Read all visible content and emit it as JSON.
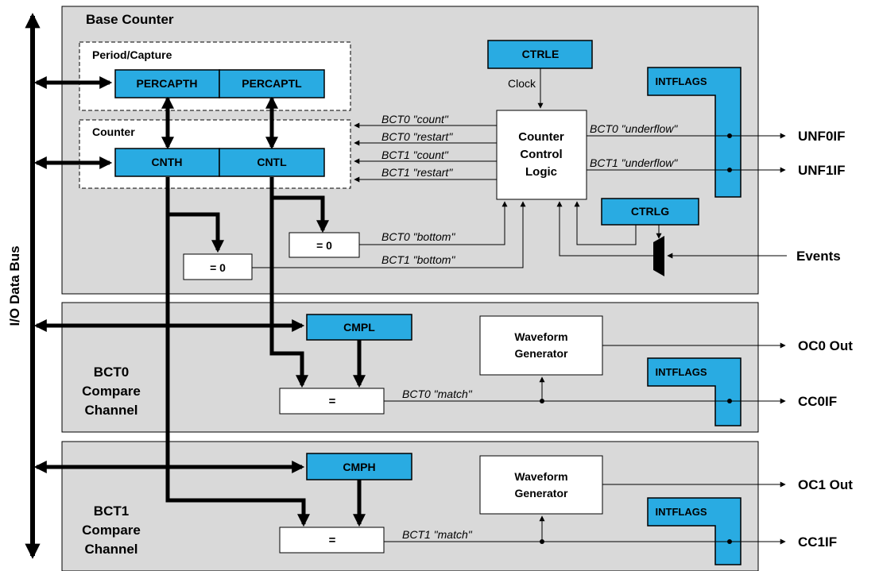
{
  "bus_label": "I/O Data Bus",
  "base_counter": {
    "title": "Base Counter",
    "period_capture_label": "Period/Capture",
    "counter_label": "Counter",
    "percapth": "PERCAPTH",
    "percaptl": "PERCAPTL",
    "cnth": "CNTH",
    "cntl": "CNTL",
    "ctrle": "CTRLE",
    "ctrlg": "CTRLG",
    "clock_label": "Clock",
    "intflags": "INTFLAGS",
    "logic_line1": "Counter",
    "logic_line2": "Control",
    "logic_line3": "Logic",
    "sig_count0": "BCT0 \"count\"",
    "sig_restart0": "BCT0 \"restart\"",
    "sig_count1": "BCT1 \"count\"",
    "sig_restart1": "BCT1 \"restart\"",
    "sig_underflow0": "BCT0 \"underflow\"",
    "sig_underflow1": "BCT1 \"underflow\"",
    "sig_bottom0": "BCT0 \"bottom\"",
    "sig_bottom1": "BCT1 \"bottom\"",
    "eq_zero_a": "= 0",
    "eq_zero_b": "= 0",
    "out_unf0": "UNF0IF",
    "out_unf1": "UNF1IF",
    "events": "Events"
  },
  "bct0": {
    "title_line1": "BCT0",
    "title_line2": "Compare",
    "title_line3": "Channel",
    "cmp": "CMPL",
    "wave_line1": "Waveform",
    "wave_line2": "Generator",
    "intflags": "INTFLAGS",
    "eq": "=",
    "match": "BCT0 \"match\"",
    "out_oc": "OC0 Out",
    "out_cc": "CC0IF"
  },
  "bct1": {
    "title_line1": "BCT1",
    "title_line2": "Compare",
    "title_line3": "Channel",
    "cmp": "CMPH",
    "wave_line1": "Waveform",
    "wave_line2": "Generator",
    "intflags": "INTFLAGS",
    "eq": "=",
    "match": "BCT1 \"match\"",
    "out_oc": "OC1 Out",
    "out_cc": "CC1IF"
  },
  "colors": {
    "panel": "#d9d9d9",
    "register": "#29abe2",
    "line": "#000000"
  }
}
